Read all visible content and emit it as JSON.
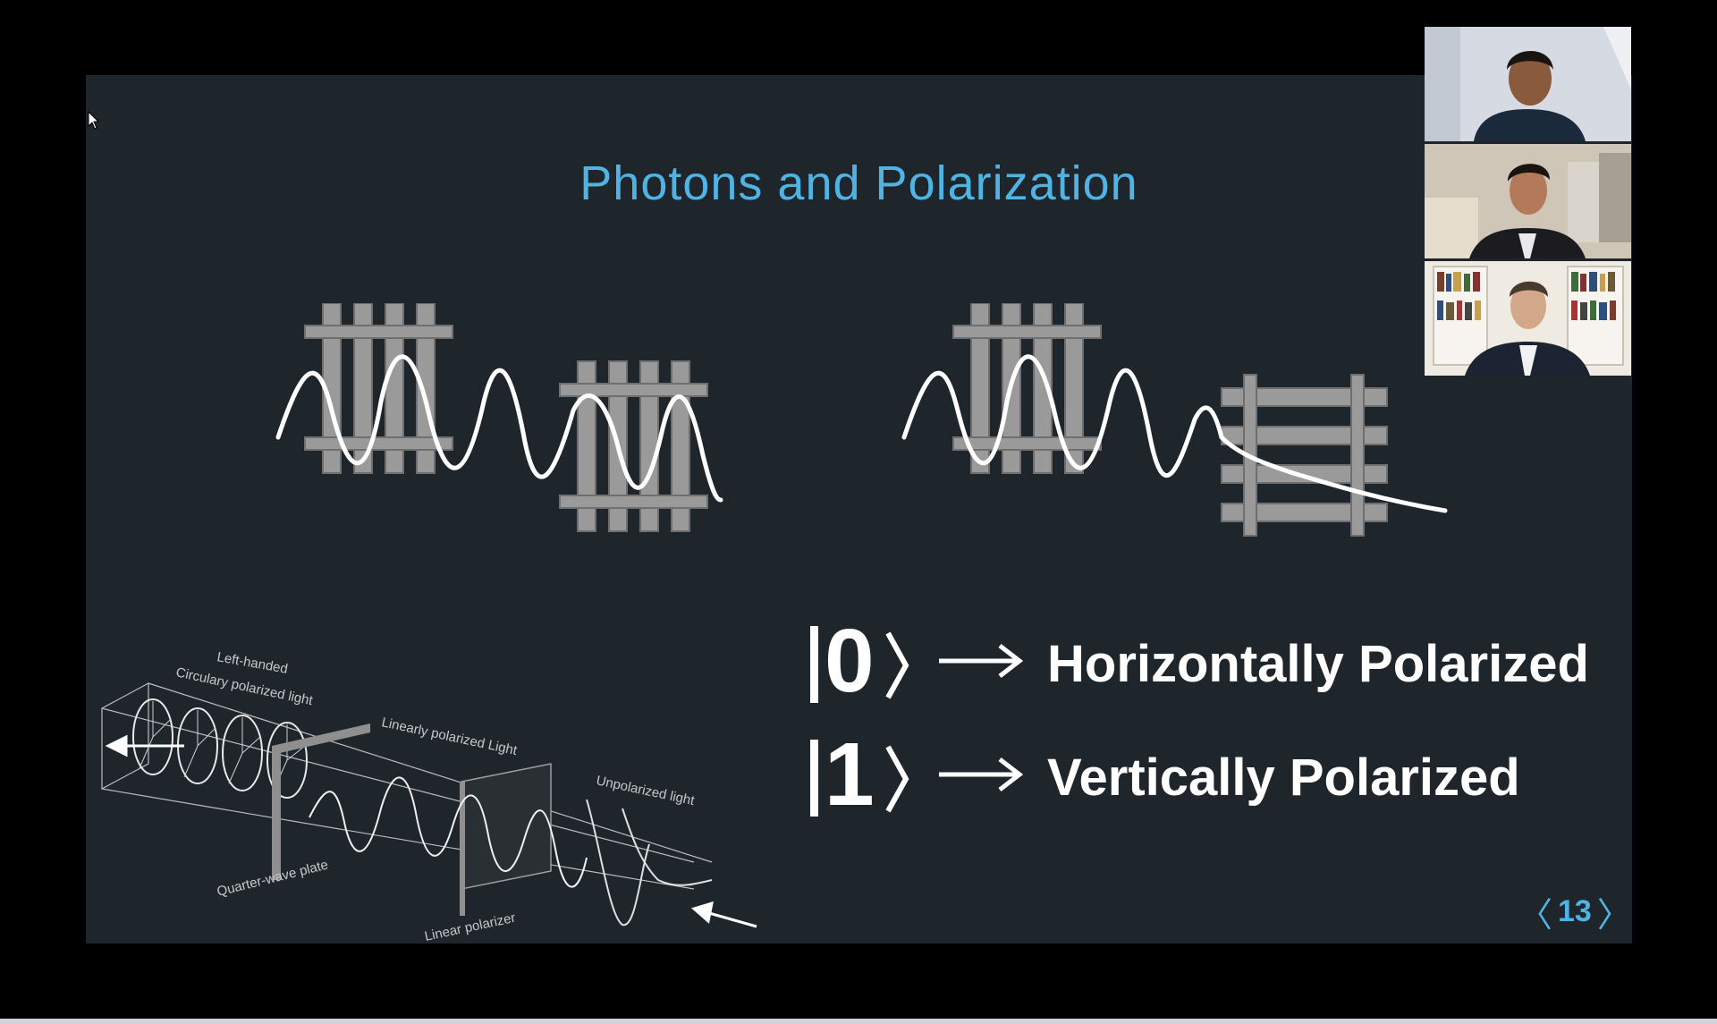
{
  "slide": {
    "title": "Photons and Polarization",
    "page_number": "13",
    "prev_glyph": "〈",
    "next_glyph": "〉"
  },
  "states": [
    {
      "ket": "0",
      "arrow": "→",
      "label": "Horizontally Polarized"
    },
    {
      "ket": "1",
      "arrow": "→",
      "label": "Vertically Polarized"
    }
  ],
  "wave_diagram": {
    "labels": {
      "left_handed": "Left-handed",
      "circularly": "Circulary polarized light",
      "linearly": "Linearly polarized Light",
      "unpolarized": "Unpolarized light",
      "quarter_wave": "Quarter-wave plate",
      "linear_polarizer": "Linear polarizer"
    }
  },
  "participants": [
    {
      "id": "participant-1",
      "icon": "person-video"
    },
    {
      "id": "participant-2",
      "icon": "person-video"
    },
    {
      "id": "participant-3",
      "icon": "person-video"
    }
  ],
  "colors": {
    "slide_bg": "#1e252b",
    "title": "#4fb3e3",
    "text": "#ffffff",
    "fence": "#9a9a9a"
  }
}
